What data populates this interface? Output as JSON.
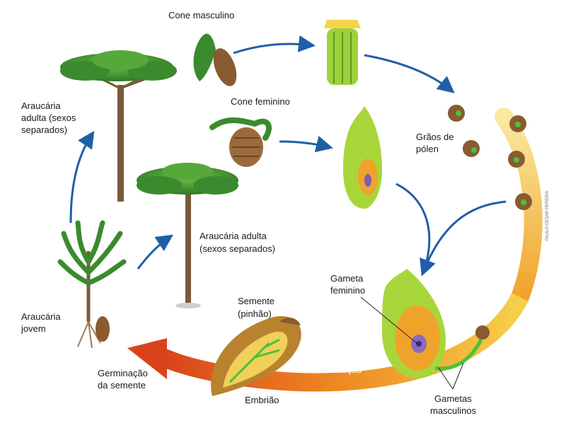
{
  "labels": {
    "cone_masculino": "Cone masculino",
    "cone_feminino": "Cone feminino",
    "graos_line1": "Grãos de",
    "graos_line2": "pólen",
    "adult_top_line1": "Araucária",
    "adult_top_line2": "adulta (sexos",
    "adult_top_line3": "separados)",
    "adult_mid_line1": "Araucária adulta",
    "adult_mid_line2": "(sexos separados)",
    "gameta_fem_line1": "Gameta",
    "gameta_fem_line2": "feminino",
    "semente_line1": "Semente",
    "semente_line2": "(pinhão)",
    "jovem_line1": "Araucária",
    "jovem_line2": "jovem",
    "germinacao_line1": "Germinação",
    "germinacao_line2": "da semente",
    "fecundacao": "Fecundação",
    "embriao": "Embrião",
    "gametas_masc_line1": "Gametas",
    "gametas_masc_line2": "masculinos"
  },
  "credit": "PAULO CESAR PEREIRA",
  "colors": {
    "arrow_blue": "#1f5fa8",
    "foliage": "#3c8a2e",
    "trunk": "#7a5a3a",
    "cycle_start": "#f6d04a",
    "cycle_end": "#d9431c"
  }
}
